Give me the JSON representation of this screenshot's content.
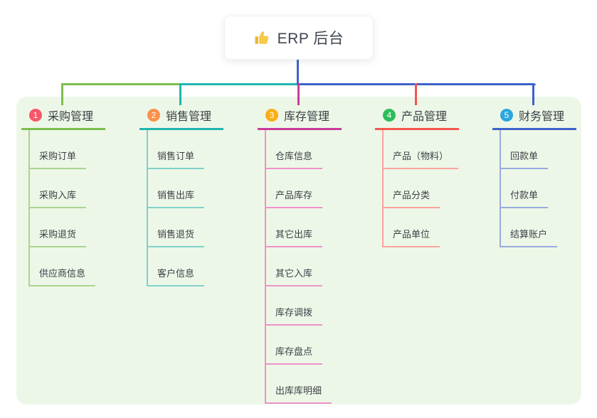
{
  "root": {
    "label": "ERP 后台",
    "icon": "thumbs-up-icon"
  },
  "panel": {
    "background": "#edf7e8"
  },
  "connector": {
    "root_color": "#3e62c9"
  },
  "rail_segments": [
    {
      "color_from_branch": 0
    },
    {
      "color_from_branch": 1
    },
    {
      "color_from_branch": 4
    }
  ],
  "branches": [
    {
      "number": "1",
      "label": "采购管理",
      "badge_color": "#f8566a",
      "line_color": "#7cbe4f",
      "child_line_color": "#a9d48d",
      "children": [
        "采购订单",
        "采购入库",
        "采购退货",
        "供应商信息"
      ]
    },
    {
      "number": "2",
      "label": "销售管理",
      "badge_color": "#fb9149",
      "line_color": "#21b5ae",
      "child_line_color": "#80d2ca",
      "children": [
        "销售订单",
        "销售出库",
        "销售退货",
        "客户信息"
      ]
    },
    {
      "number": "3",
      "label": "库存管理",
      "badge_color": "#fbad17",
      "line_color": "#c93a9c",
      "child_line_color": "#ef92cb",
      "children": [
        "仓库信息",
        "产品库存",
        "其它出库",
        "其它入库",
        "库存调拨",
        "库存盘点",
        "出库库明细"
      ]
    },
    {
      "number": "4",
      "label": "产品管理",
      "badge_color": "#2ebd59",
      "line_color": "#f2564e",
      "child_line_color": "#f8a49d",
      "children": [
        "产品（物料）",
        "产品分类",
        "产品单位"
      ]
    },
    {
      "number": "5",
      "label": "财务管理",
      "badge_color": "#2aa7dc",
      "line_color": "#3e62c9",
      "child_line_color": "#97abdf",
      "children": [
        "回款单",
        "付款单",
        "结算账户"
      ]
    }
  ]
}
